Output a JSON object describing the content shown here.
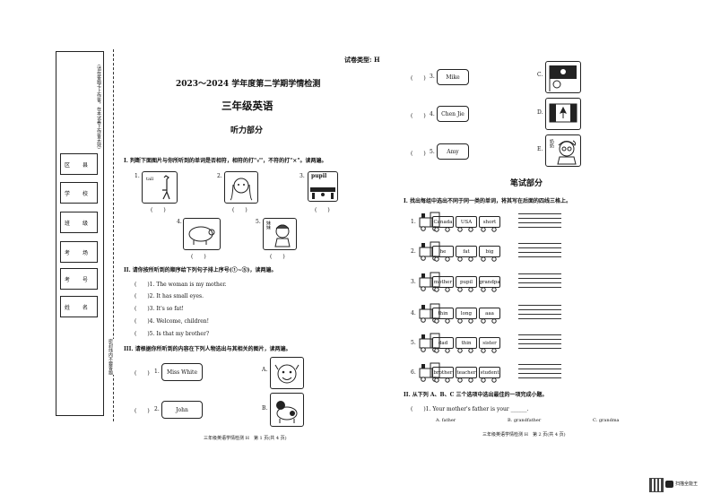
{
  "header": {
    "exam_type": "试卷类型: H",
    "title": "2023～2024 学年度第二学期学情检测",
    "subject": "三年级英语",
    "listening_section": "听力部分"
  },
  "binding": {
    "notice": "(请在答题卡上作答，在本试卷上作答无效)",
    "fields": [
      "区 县",
      "学 校",
      "班 级",
      "考 场",
      "考 号",
      "姓 名"
    ],
    "seal_line": "密封线内不要答题"
  },
  "q1": {
    "instruction": "I. 判断下面图片与你所听到的单词是否相符，相符的打\"√\"，不符的打\"×\"。读两遍。",
    "items": [
      {
        "no": "1.",
        "label": "tall"
      },
      {
        "no": "2.",
        "label": ""
      },
      {
        "no": "3.",
        "label": "pupil"
      },
      {
        "no": "4.",
        "label": ""
      },
      {
        "no": "5.",
        "label": "妹妹"
      }
    ],
    "paren": "(　　)"
  },
  "q2": {
    "instruction": "II. 请你按所听到的顺序给下列句子排上序号(①~⑤)，读两遍。",
    "sentences": [
      "(　　)1. The woman is my mother.",
      "(　　)2. It has small eyes.",
      "(　　)3. It's so fat!",
      "(　　)4. Welcome, children!",
      "(　　)5. Is that my brother?"
    ]
  },
  "q3": {
    "instruction": "III. 请根据你所听到的内容在下列人物选出与其相关的图片，读两遍。",
    "items": [
      {
        "paren": "(　　)",
        "no": "1.",
        "name": "Miss White",
        "letter": "A."
      },
      {
        "paren": "(　　)",
        "no": "2.",
        "name": "John",
        "letter": "B."
      },
      {
        "paren": "(　　)",
        "no": "3.",
        "name": "Mike",
        "letter": "C."
      },
      {
        "paren": "(　　)",
        "no": "4.",
        "name": "Chen Jie",
        "letter": "D."
      },
      {
        "paren": "(　　)",
        "no": "5.",
        "name": "Amy",
        "letter": "E."
      }
    ],
    "e_label": "奶奶"
  },
  "writing": {
    "title": "笔试部分",
    "q1_instruction": "I. 找出每组中选出不同于同一类的单词，将其写在后面的四线三格上。",
    "trains": [
      [
        "Canada",
        "USA",
        "short"
      ],
      [
        "he",
        "fat",
        "big"
      ],
      [
        "mother",
        "pupil",
        "grandpa"
      ],
      [
        "thin",
        "long",
        "aaa"
      ],
      [
        "dad",
        "thin",
        "sister"
      ],
      [
        "brother",
        "teacher",
        "student"
      ]
    ],
    "train_numbers": [
      "1.",
      "2.",
      "3.",
      "4.",
      "5.",
      "6."
    ],
    "q2_instruction": "II. 从下列 A、B、C 三个选项中选出最佳的一项完成小题。",
    "q2_item": "(　　)1. Your mother's father is your ______.",
    "options": [
      "A. father",
      "B. grandfather",
      "C. grandma"
    ]
  },
  "footer": {
    "left": "三年级英语学情检测 H　第 1 页(共 4 页)",
    "right": "三年级英语学情检测 H　第 2 页(共 4 页)",
    "scanner": "扫描全能王"
  }
}
